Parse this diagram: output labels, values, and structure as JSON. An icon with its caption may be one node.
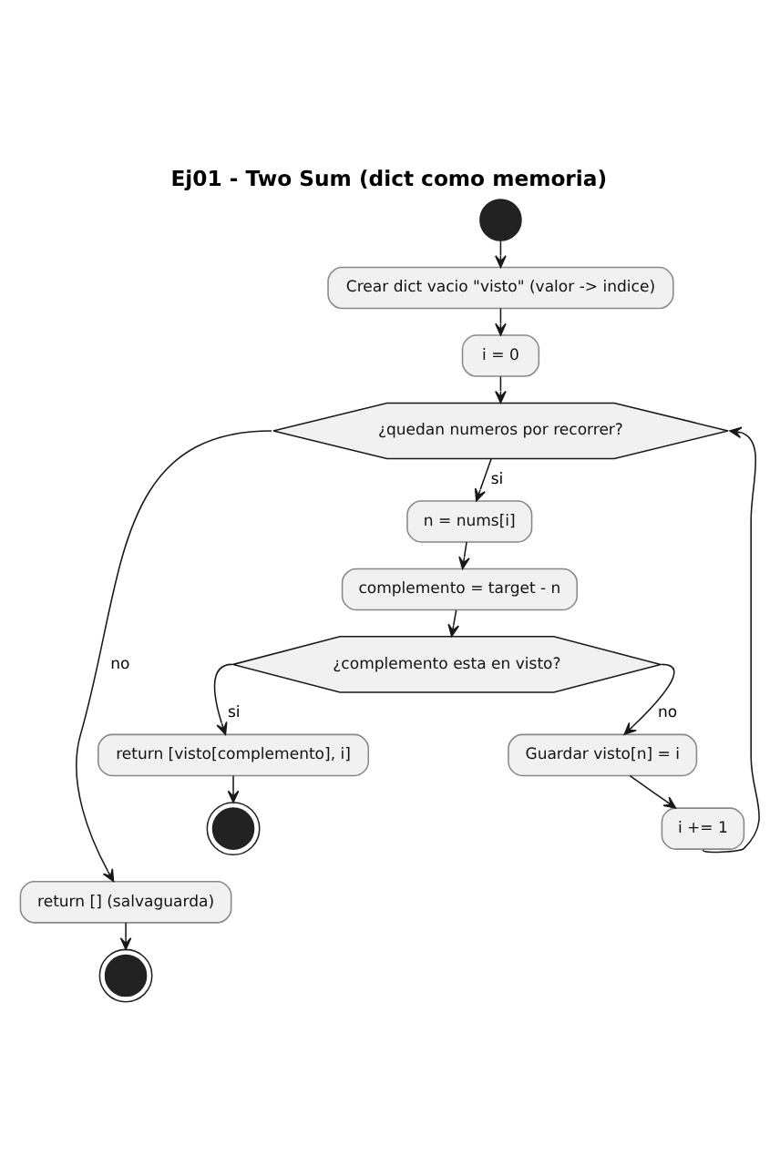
{
  "diagram": {
    "title": "Ej01 - Two Sum (dict como memoria)",
    "nodes": [
      {
        "text": [],
        "shape": "circle"
      },
      {
        "text": [
          "Crear dict vacio \"visto\" (valor -> indice)"
        ]
      },
      {
        "text": [
          "i = 0"
        ]
      },
      {
        "text": [
          "¿quedan numeros por recorrer?"
        ]
      },
      {
        "text": [
          "n = nums[i]"
        ]
      },
      {
        "text": [
          "complemento = target - n"
        ]
      },
      {
        "text": [
          "¿complemento esta en visto?"
        ]
      },
      {
        "text": [
          "return [visto[complemento], i]"
        ]
      },
      {
        "text": [],
        "shape": "circle"
      },
      {
        "text": [
          "Guardar visto[n] = i"
        ]
      },
      {
        "text": [
          "i += 1"
        ]
      },
      {
        "text": [
          "return [] (salvaguarda)"
        ]
      },
      {
        "text": [],
        "shape": "circle"
      }
    ],
    "edges": [
      {
        "from": 0,
        "to": 1,
        "arrow": "to"
      },
      {
        "from": 1,
        "to": 2,
        "arrow": "to"
      },
      {
        "from": 2,
        "to": 3,
        "arrow": "to"
      },
      {
        "from": 3,
        "to": 4,
        "arrow": "to",
        "label": "si"
      },
      {
        "from": 4,
        "to": 5,
        "arrow": "to"
      },
      {
        "from": 5,
        "to": 6,
        "arrow": "to"
      },
      {
        "from": 6,
        "to": 7,
        "arrow": "to",
        "label": "si"
      },
      {
        "from": 7,
        "to": 8,
        "arrow": "to"
      },
      {
        "from": 6,
        "to": 9,
        "arrow": "to",
        "label": "no"
      },
      {
        "from": 9,
        "to": 10,
        "arrow": "to"
      },
      {
        "from": 10,
        "to": 3,
        "arrow": "to"
      },
      {
        "from": 3,
        "to": 11,
        "arrow": "to",
        "label": "no"
      },
      {
        "from": 11,
        "to": 12,
        "arrow": "to"
      }
    ]
  }
}
